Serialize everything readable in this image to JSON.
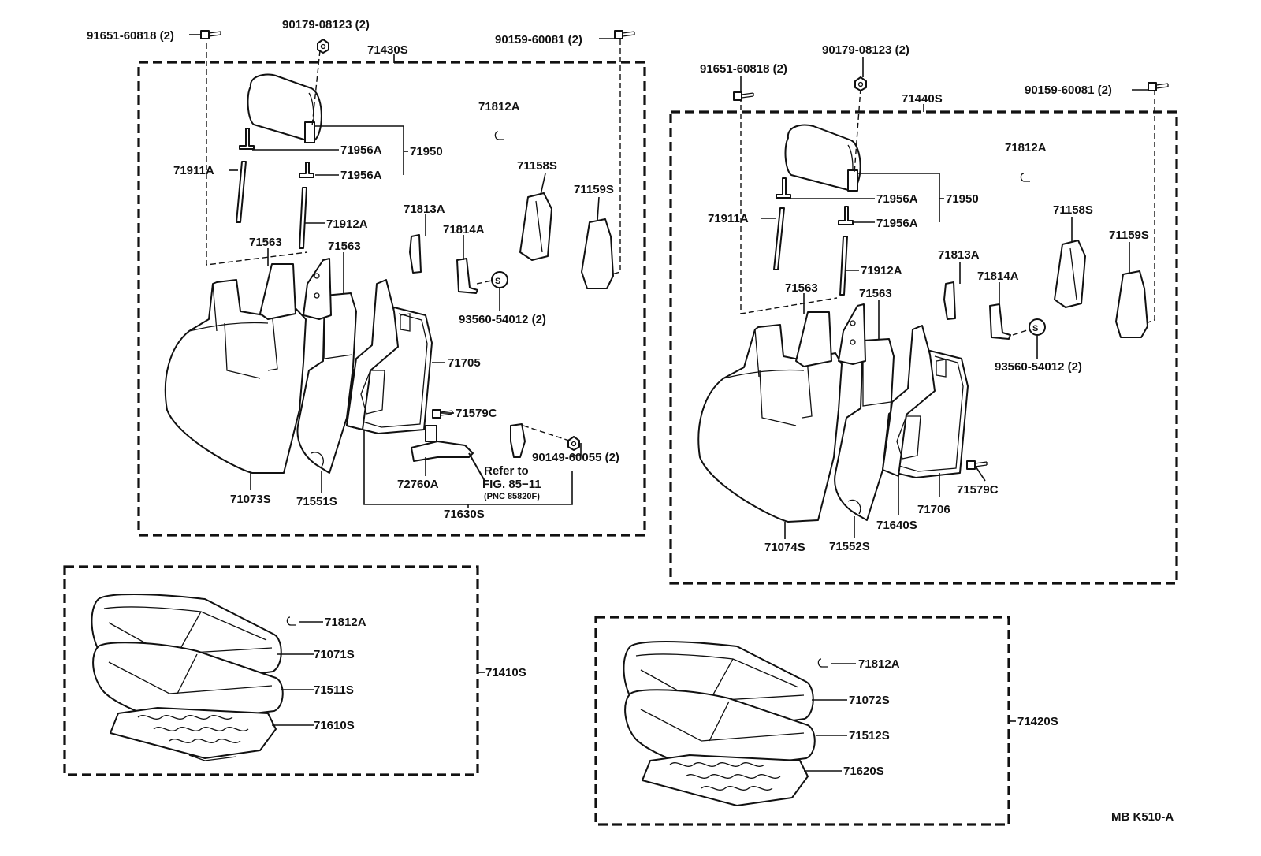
{
  "labels": {
    "a": {
      "p91651": "91651-60818 (2)",
      "p90179": "90179-08123 (2)",
      "p71430S": "71430S",
      "p90159": "90159-60081 (2)",
      "p71812A": "71812A",
      "p71956A_1": "71956A",
      "p71950": "71950",
      "p71956A_2": "71956A",
      "p71911A": "71911A",
      "p71158S": "71158S",
      "p71159S": "71159S",
      "p71813A": "71813A",
      "p71912A": "71912A",
      "p71814A": "71814A",
      "p71563_1": "71563",
      "p71563_2": "71563",
      "p93560": "93560-54012 (2)",
      "p71705": "71705",
      "p71579C": "71579C",
      "p90149": "90149-60055 (2)",
      "p72760A": "72760A",
      "ref1": "Refer to",
      "ref2": "FIG. 85−11",
      "ref3": "(PNC 85820F)",
      "p71073S": "71073S",
      "p71551S": "71551S",
      "p71630S": "71630S"
    },
    "b": {
      "p91651": "91651-60818 (2)",
      "p90179": "90179-08123 (2)",
      "p90159": "90159-60081 (2)",
      "p71440S": "71440S",
      "p71812A": "71812A",
      "p71956A_1": "71956A",
      "p71950": "71950",
      "p71911A": "71911A",
      "p71956A_2": "71956A",
      "p71158S": "71158S",
      "p71159S": "71159S",
      "p71813A": "71813A",
      "p71912A": "71912A",
      "p71563_1": "71563",
      "p71563_2": "71563",
      "p71814A": "71814A",
      "p93560": "93560-54012 (2)",
      "p71579C": "71579C",
      "p71706": "71706",
      "p71640S": "71640S",
      "p71074S": "71074S",
      "p71552S": "71552S"
    },
    "c": {
      "p71812A": "71812A",
      "p71071S": "71071S",
      "p71410S": "71410S",
      "p71511S": "71511S",
      "p71610S": "71610S"
    },
    "d": {
      "p71812A": "71812A",
      "p71072S": "71072S",
      "p71420S": "71420S",
      "p71512S": "71512S",
      "p71620S": "71620S"
    },
    "footer": "MB K510-A",
    "s_mark": "S"
  }
}
